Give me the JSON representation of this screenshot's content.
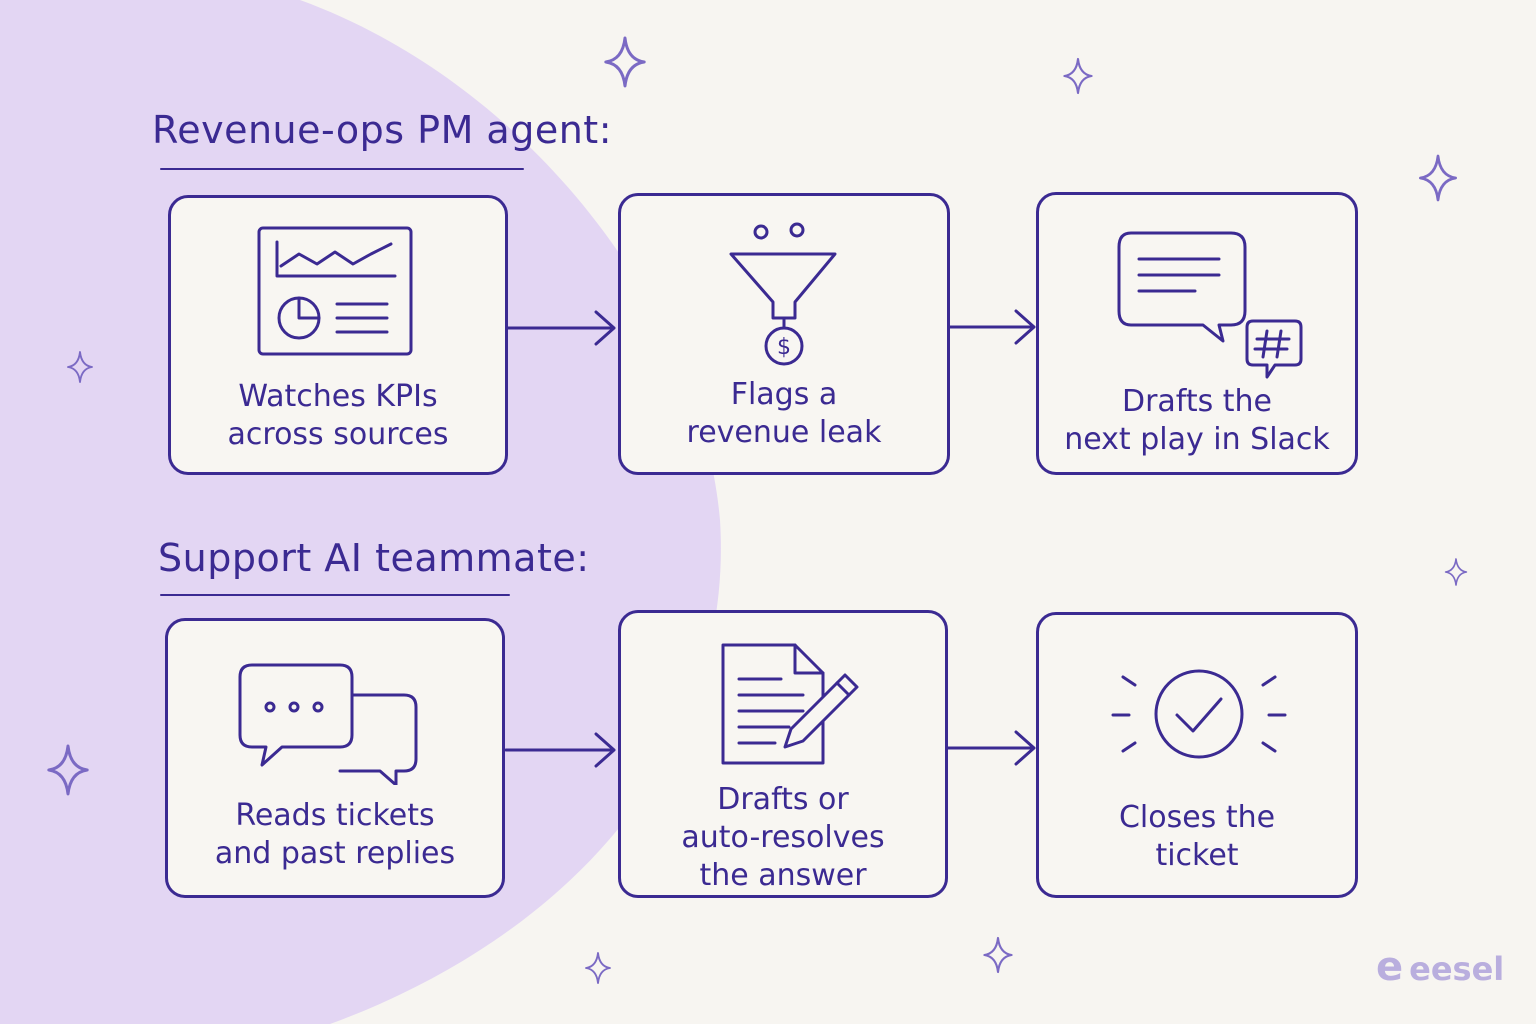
{
  "colors": {
    "ink": "#3b2a92",
    "blob": "#e3d6f3",
    "background": "#f7f5f1",
    "logo": "#b9aede"
  },
  "sections": [
    {
      "heading": "Revenue-ops PM agent:",
      "steps": [
        {
          "icon": "dashboard-kpi-icon",
          "label": "Watches KPIs\nacross sources"
        },
        {
          "icon": "funnel-dollar-icon",
          "label": "Flags a\nrevenue leak"
        },
        {
          "icon": "slack-chat-icon",
          "label": "Drafts the\nnext play in Slack"
        }
      ]
    },
    {
      "heading": "Support AI teammate:",
      "steps": [
        {
          "icon": "chat-bubbles-icon",
          "label": "Reads tickets\nand past replies"
        },
        {
          "icon": "document-pencil-icon",
          "label": "Drafts or\nauto-resolves\nthe answer"
        },
        {
          "icon": "checkmark-circle-icon",
          "label": "Closes the\nticket"
        }
      ]
    }
  ],
  "logo": {
    "mark": "e",
    "text": "eesel"
  }
}
